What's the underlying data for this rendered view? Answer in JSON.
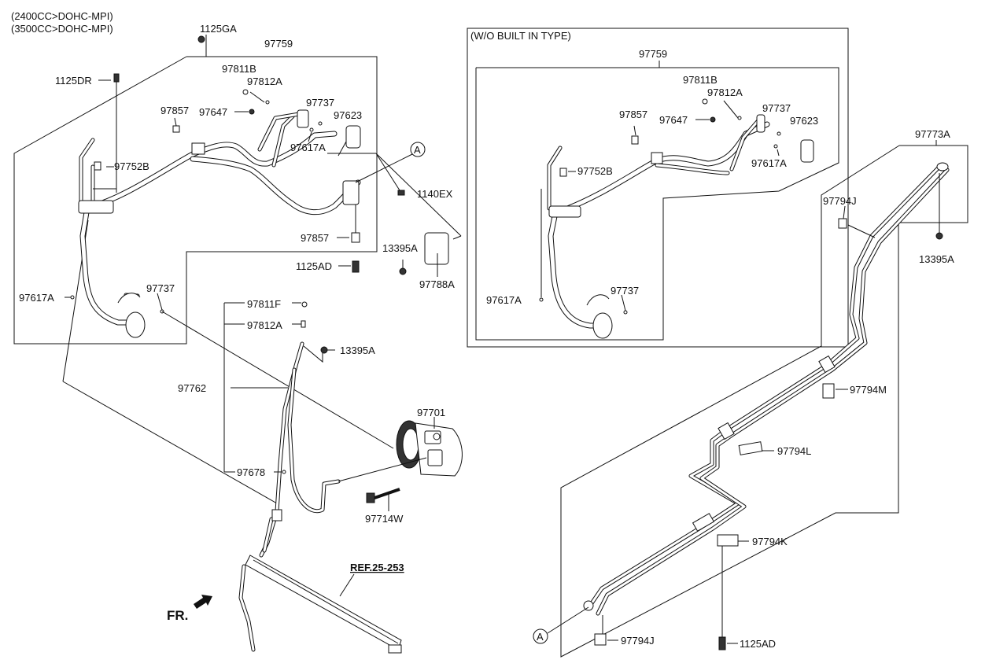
{
  "headers": {
    "engine_2400": "(2400CC>DOHC-MPI)",
    "engine_3500": "(3500CC>DOHC-MPI)",
    "inset_title": "(W/O BUILT IN TYPE)"
  },
  "labels": {
    "l_1125GA": "1125GA",
    "l_97759_main": "97759",
    "l_1125DR": "1125DR",
    "l_97811B_main": "97811B",
    "l_97812A_main": "97812A",
    "l_97857_main_top": "97857",
    "l_97647_main": "97647",
    "l_97737_main_top": "97737",
    "l_97623_main": "97623",
    "l_97617A_main_top": "97617A",
    "l_97752B_main": "97752B",
    "l_A_main": "A",
    "l_1140EX": "1140EX",
    "l_97857_main_bottom": "97857",
    "l_13395A_mid": "13395A",
    "l_1125AD_top": "1125AD",
    "l_97788A": "97788A",
    "l_97617A_main_left": "97617A",
    "l_97737_main_bottom": "97737",
    "l_97811F": "97811F",
    "l_97812A_lower": "97812A",
    "l_13395A_lower": "13395A",
    "l_97762": "97762",
    "l_97701": "97701",
    "l_97678": "97678",
    "l_97714W": "97714W",
    "l_ref": "REF.25-253",
    "l_fr": "FR.",
    "l_97759_inset": "97759",
    "l_97811B_inset": "97811B",
    "l_97812A_inset": "97812A",
    "l_97857_inset": "97857",
    "l_97737_inset_top": "97737",
    "l_97647_inset": "97647",
    "l_97623_inset": "97623",
    "l_97752B_inset": "97752B",
    "l_97617A_inset_right": "97617A",
    "l_97617A_inset_left": "97617A",
    "l_97737_inset_bottom": "97737",
    "l_97773A": "97773A",
    "l_97794J_top": "97794J",
    "l_13395A_right": "13395A",
    "l_97794M": "97794M",
    "l_97794L": "97794L",
    "l_97794K": "97794K",
    "l_A_right": "A",
    "l_97794J_bottom": "97794J",
    "l_1125AD_bottom": "1125AD"
  }
}
